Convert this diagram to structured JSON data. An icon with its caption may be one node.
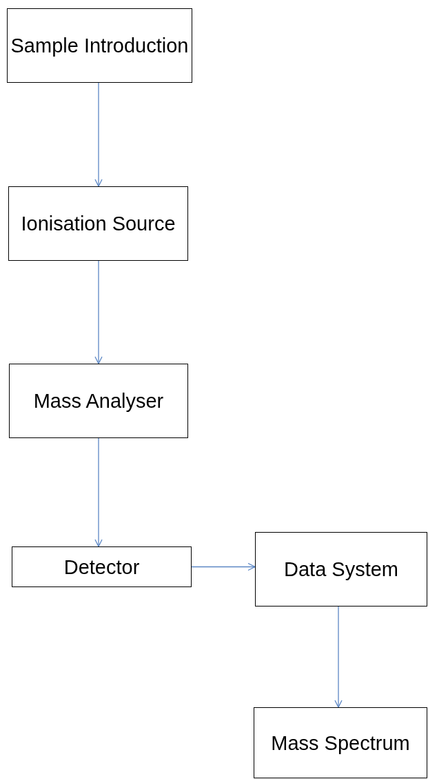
{
  "diagram": {
    "nodes": [
      {
        "text": [
          "Sample Introduction"
        ]
      },
      {
        "text": [
          "Ionisation Source"
        ]
      },
      {
        "text": [
          "Mass Analyser"
        ]
      },
      {
        "text": [
          "Detector"
        ]
      },
      {
        "text": [
          "Data System"
        ]
      },
      {
        "text": [
          "Mass Spectrum"
        ]
      }
    ],
    "edges": [
      {
        "from": 0,
        "to": 1,
        "arrow": "to"
      },
      {
        "from": 1,
        "to": 2,
        "arrow": "to"
      },
      {
        "from": 2,
        "to": 3,
        "arrow": "to"
      },
      {
        "from": 3,
        "to": 4,
        "arrow": "to"
      },
      {
        "from": 4,
        "to": 5,
        "arrow": "to"
      }
    ]
  }
}
